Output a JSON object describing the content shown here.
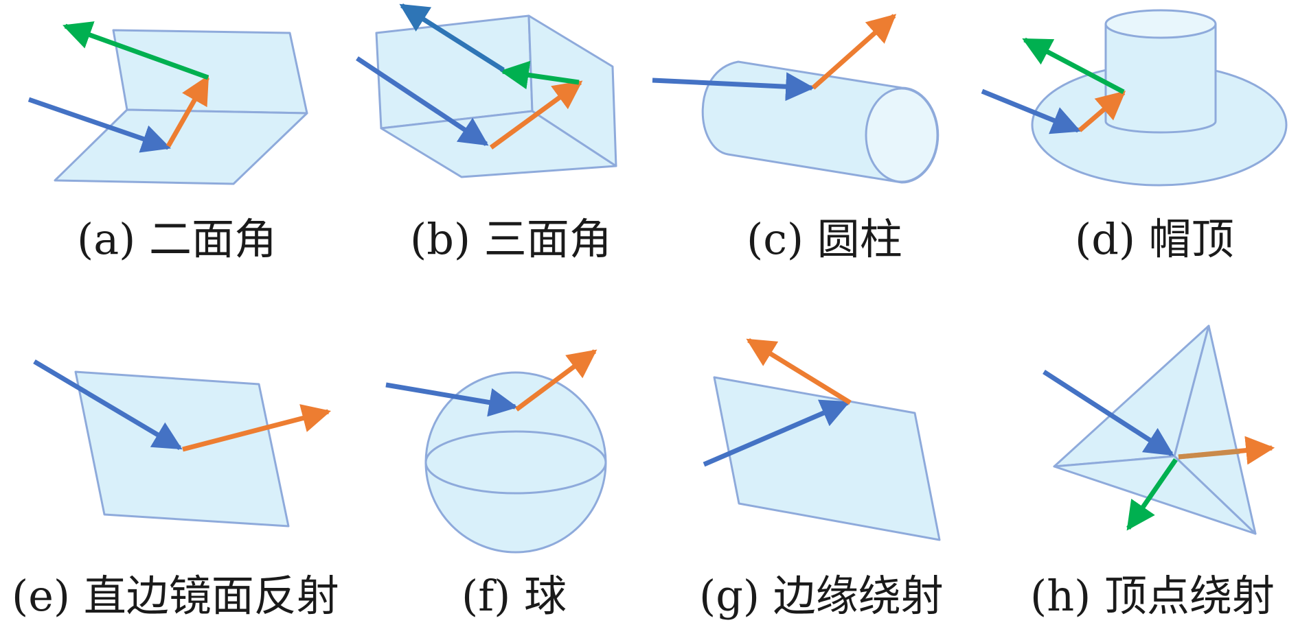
{
  "colors": {
    "surface_fill": "#d9f0fa",
    "surface_stroke": "#8eaadb",
    "incident": "#4472c4",
    "reflected": "#ed7d31",
    "diffracted": "#00b050"
  },
  "panels": [
    {
      "id": "a",
      "caption": "(a) 二面角"
    },
    {
      "id": "b",
      "caption": "(b) 三面角"
    },
    {
      "id": "c",
      "caption": "(c) 圆柱"
    },
    {
      "id": "d",
      "caption": "(d) 帽顶"
    },
    {
      "id": "e",
      "caption": "(e) 直边镜面反射"
    },
    {
      "id": "f",
      "caption": "(f) 球"
    },
    {
      "id": "g",
      "caption": "(g) 边缘绕射"
    },
    {
      "id": "h",
      "caption": "(h) 顶点绕射"
    }
  ]
}
